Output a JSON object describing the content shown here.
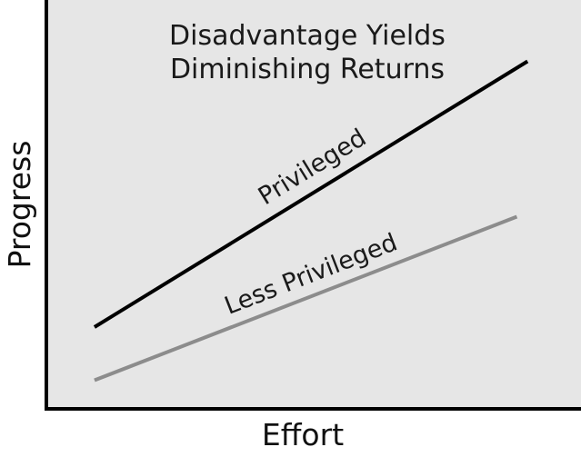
{
  "chart_data": {
    "type": "line",
    "title_lines": [
      "Disadvantage Yields",
      "Diminishing Returns"
    ],
    "xlabel": "Effort",
    "ylabel": "Progress",
    "xlim": [
      0,
      1
    ],
    "ylim": [
      0,
      1
    ],
    "grid": false,
    "series": [
      {
        "name": "Privileged",
        "x": [
          0.09,
          0.9
        ],
        "y": [
          0.2,
          0.85
        ],
        "color": "#000000"
      },
      {
        "name": "Less Privileged",
        "x": [
          0.09,
          0.88
        ],
        "y": [
          0.07,
          0.47
        ],
        "color": "#8c8c8c"
      }
    ],
    "plot_background": "#e6e6e6"
  }
}
